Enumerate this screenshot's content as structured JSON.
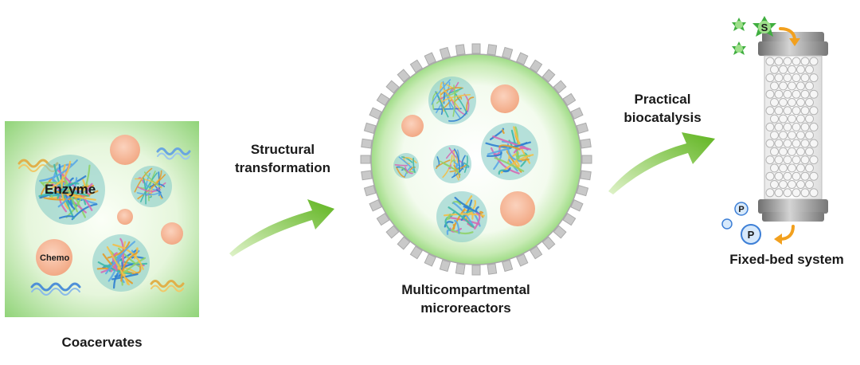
{
  "labels": {
    "coacervates": "Coacervates",
    "enzyme": "Enzyme",
    "chemo": "Chemo",
    "structural_line1": "Structural",
    "structural_line2": "transformation",
    "multi_line1": "Multicompartmental",
    "multi_line2": "microreactors",
    "practical_line1": "Practical",
    "practical_line2": "biocatalysis",
    "fixed_bed": "Fixed-bed system",
    "substrate_symbol": "S",
    "product_symbol": "P"
  },
  "colors": {
    "coacervate_green": "#9fdc86",
    "coacervate_edge": "#7cc65e",
    "arrow_green": "#6fbf2e",
    "chemo_peach": "#f4b493",
    "membrane_grey": "#b9b9b9",
    "substrate_green": "#3fae3f",
    "product_blue": "#3d7fd6",
    "product_red": "#e24a4a",
    "curved_arrow_orange": "#f2a01e",
    "column_metal": "#8d8d8d"
  }
}
